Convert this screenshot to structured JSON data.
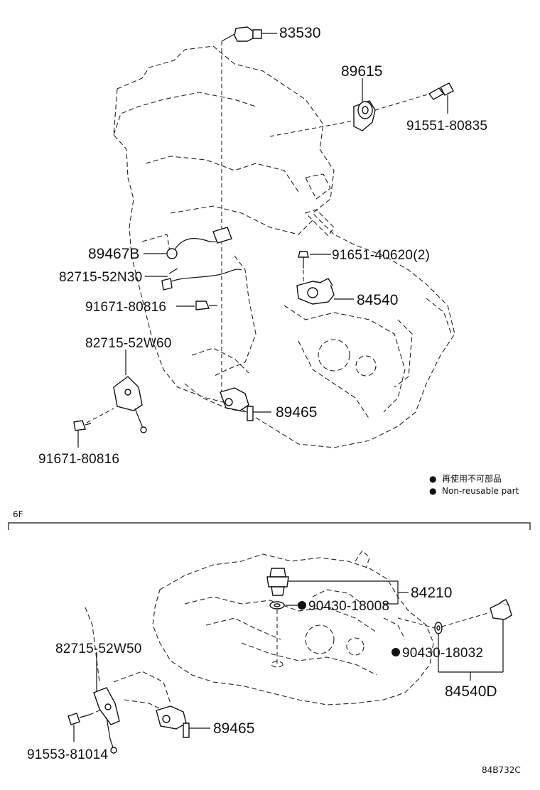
{
  "diagram": {
    "top_section": {
      "callouts": [
        "83530",
        "89615",
        "91551-80835",
        "89467B",
        "82715-52N30",
        "91651-40620(2)",
        "91671-80816",
        "84540",
        "82715-52W60",
        "89465",
        "91671-80816"
      ]
    },
    "legend": {
      "items": [
        {
          "symbol": "●",
          "text": "再使用不可部品"
        },
        {
          "symbol": "●",
          "text": "Non-reusable part"
        }
      ]
    },
    "section_label": "6F",
    "bottom_section": {
      "callouts": [
        "84210",
        "90430-18008",
        "82715-52W50",
        "90430-18032",
        "84540D",
        "89465",
        "91553-81014"
      ]
    },
    "figure_id": "84B732C"
  }
}
